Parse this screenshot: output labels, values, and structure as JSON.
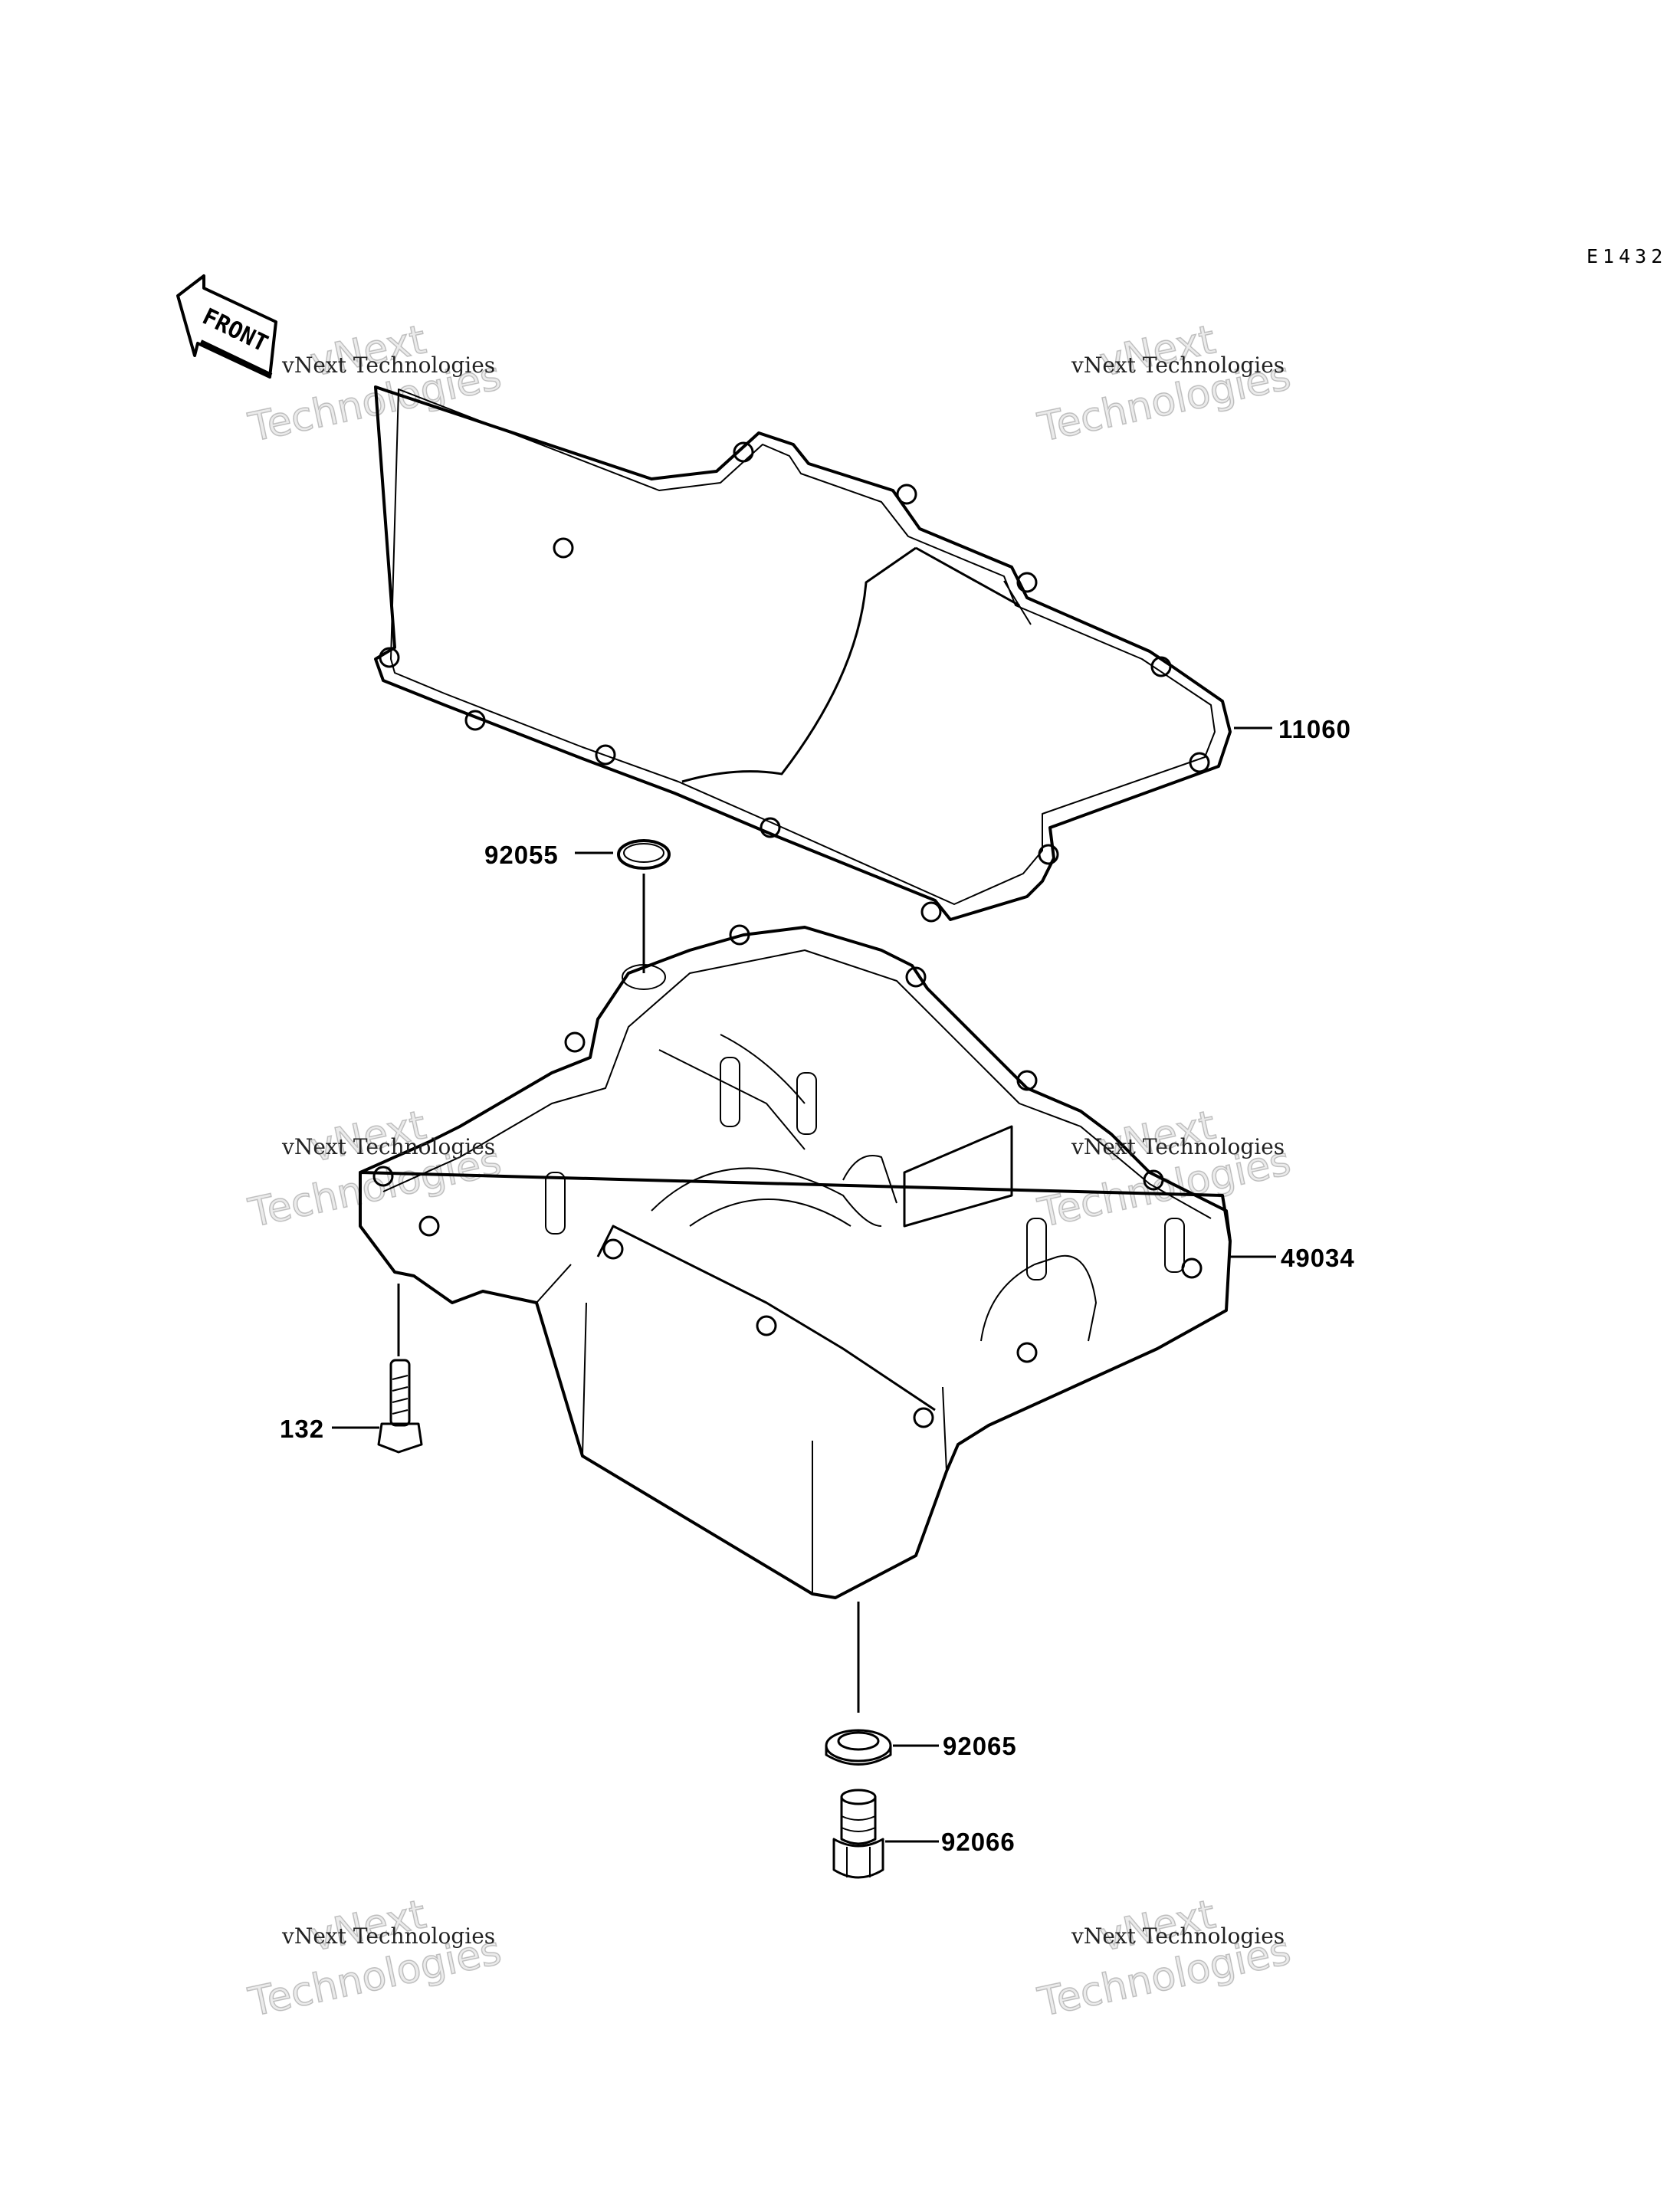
{
  "diagram_code": "E1432",
  "front_indicator": "FRONT",
  "parts": {
    "gasket": "11060",
    "oring": "92055",
    "oil_pan": "49034",
    "bolt": "132",
    "washer": "92065",
    "drain_plug": "92066"
  },
  "watermark": {
    "line": "vNext Technologies",
    "big_1": "vNext",
    "big_2": "Technologies"
  },
  "colors": {
    "ink": "#000000",
    "background": "#ffffff"
  }
}
